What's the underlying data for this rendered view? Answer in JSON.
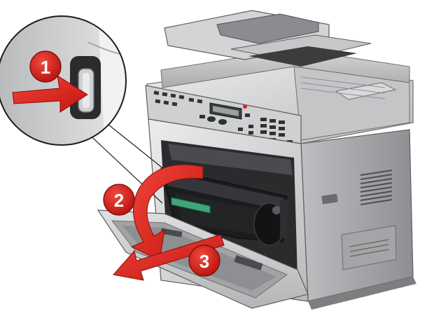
{
  "steps": [
    {
      "number": "1",
      "action": "press-release-button"
    },
    {
      "number": "2",
      "action": "open-front-door"
    },
    {
      "number": "3",
      "action": "pull-cartridge-out"
    }
  ],
  "display": {
    "text": ""
  },
  "colors": {
    "step_badge": "#d81e1e",
    "arrow": "#e2231a",
    "printer_body": "#d9dadb",
    "printer_dark": "#2a2b2d",
    "panel": "#c9cacb",
    "cartridge": "#1b1c1e",
    "handle": "#3ea77a"
  },
  "icons": [
    "release-button-icon",
    "curved-arrow-icon",
    "straight-arrow-icon"
  ]
}
